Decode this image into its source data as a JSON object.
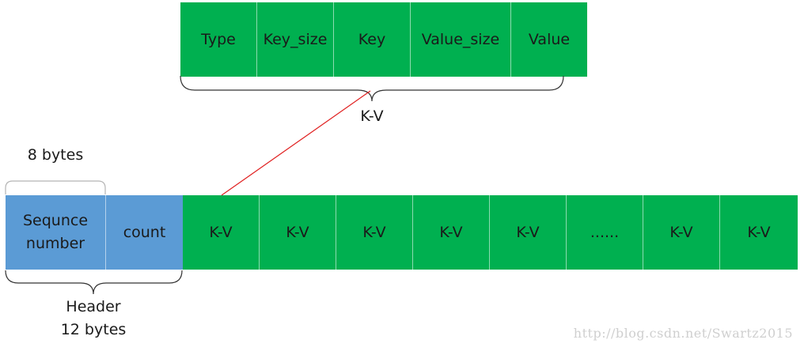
{
  "kv_detail": {
    "fields": [
      "Type",
      "Key_size",
      "Key",
      "Value_size",
      "Value"
    ],
    "caption": "K-V"
  },
  "header": {
    "seq_label": "Sequnce\nnumber",
    "count_label": "count",
    "seq_size": "8 bytes",
    "caption_line1": "Header",
    "caption_line2": "12 bytes"
  },
  "records": [
    "K-V",
    "K-V",
    "K-V",
    "K-V",
    "K-V",
    "......",
    "K-V",
    "K-V"
  ],
  "watermark": "http://blog.csdn.net/Swartz2015",
  "colors": {
    "field_green": "#00b050",
    "header_blue": "#5b9bd5",
    "link_line": "#e02020"
  }
}
